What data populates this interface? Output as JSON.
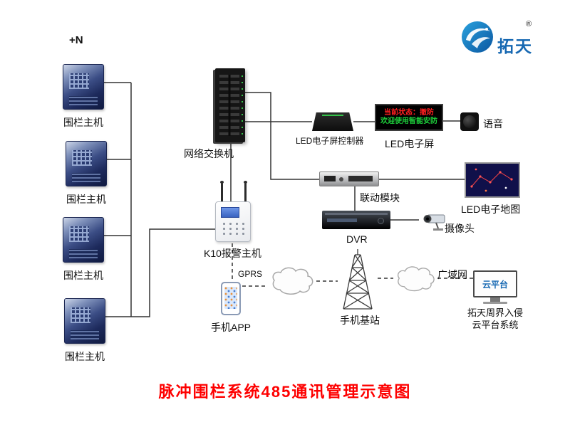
{
  "logo": {
    "brand": "拓天",
    "registered_mark": "®"
  },
  "title": "脉冲围栏系统485通讯管理示意图",
  "labels": {
    "n_count": "+N",
    "fence_host": "围栏主机",
    "network_switch": "网络交换机",
    "led_controller": "LED电子屏控制器",
    "led_screen": "LED电子屏",
    "voice": "语音",
    "linkage_module": "联动模块",
    "led_map": "LED电子地图",
    "dvr": "DVR",
    "camera": "摄像头",
    "k10_host": "K10报警主机",
    "gprs": "GPRS",
    "phone_app": "手机APP",
    "base_station": "手机基站",
    "wan": "广域网",
    "cloud_platform": "云平台",
    "cloud_system_line1": "拓天周界入侵",
    "cloud_system_line2": "云平台系统"
  },
  "led_screen_display": {
    "line1": "当前状态：撤防",
    "line2": "欢迎使用智能安防"
  },
  "colors": {
    "title_red": "#fe0000",
    "led_red": "#ff2020",
    "led_green": "#1ed23c",
    "logo_blue": "#1668b2",
    "map_navy": "#10104a",
    "wire": "#333333"
  }
}
